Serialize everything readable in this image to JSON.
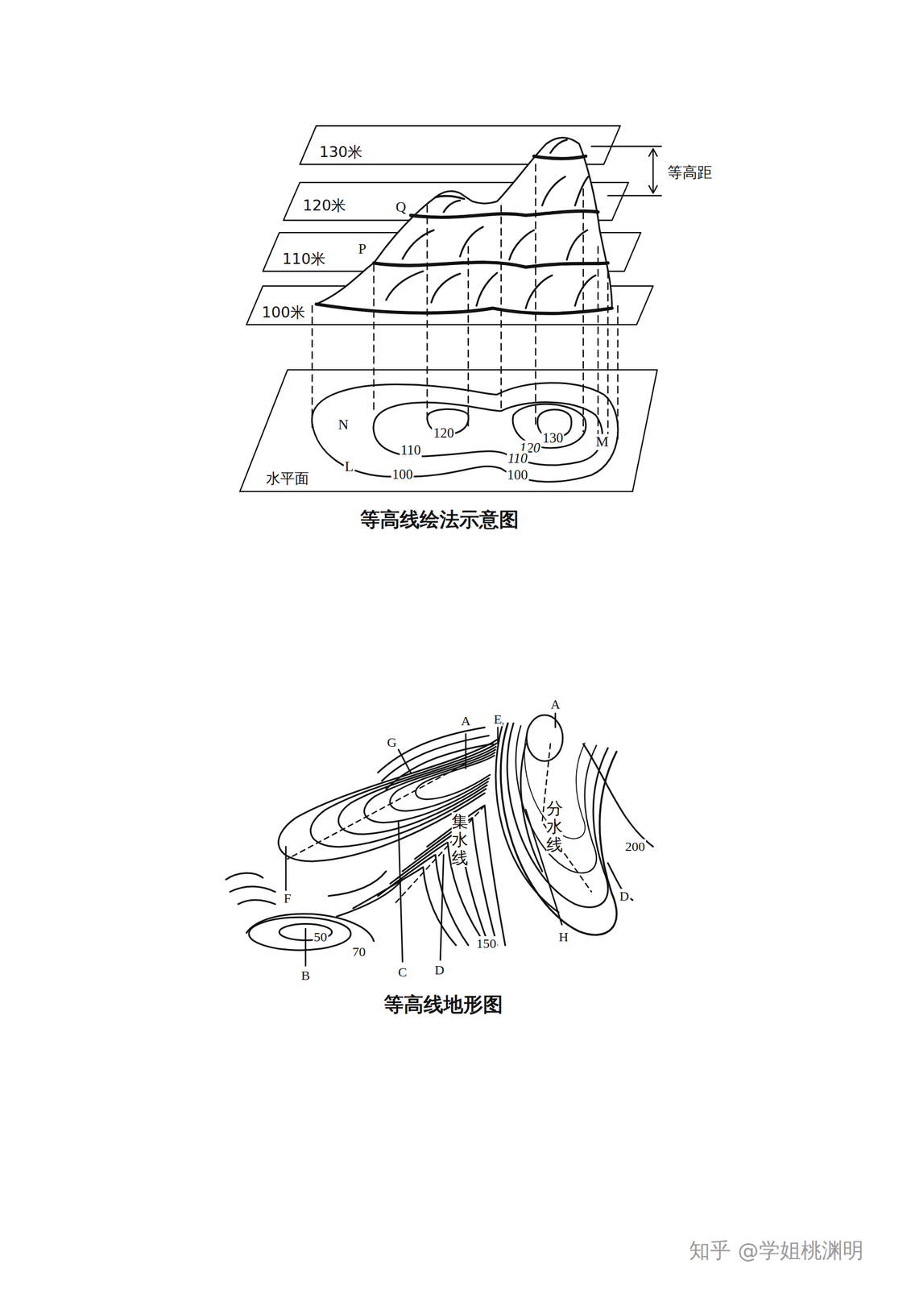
{
  "diagram": {
    "labels": [
      "130米",
      "120米",
      "110米",
      "100米",
      "等高距",
      "Q",
      "P",
      "N",
      "L",
      "M",
      "120",
      "130",
      "110",
      "120",
      "110",
      "100",
      "100",
      "水平面",
      "等高线绘法示意图",
      "G",
      "A",
      "E",
      "A",
      "集水线",
      "分水线",
      "200",
      "F",
      "D",
      "50",
      "70",
      "150",
      "H",
      "B",
      "C",
      "D",
      "等高线地形图",
      "知乎 @学姐桃渊明"
    ]
  }
}
